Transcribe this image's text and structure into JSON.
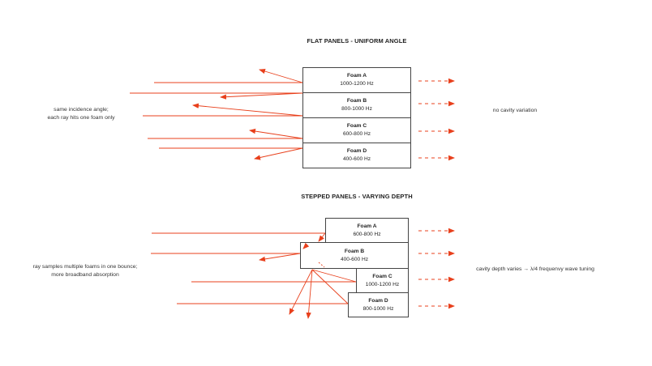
{
  "top": {
    "title": "FLAT PANELS - UNIFORM ANGLE",
    "left_note": [
      "same incidence angle;",
      "each ray hits one foam only"
    ],
    "right_note": "no cavity variation",
    "panels": [
      {
        "name": "Foam A",
        "range": "1000-1200 Hz"
      },
      {
        "name": "Foam B",
        "range": "800-1000 Hz"
      },
      {
        "name": "Foam C",
        "range": "600-800 Hz"
      },
      {
        "name": "Foam D",
        "range": "400-600 Hz"
      }
    ]
  },
  "bottom": {
    "title": "STEPPED PANELS - VARYING DEPTH",
    "left_note": [
      "ray samples multiple foams in one bounce;",
      "more broadband absorption"
    ],
    "right_note": "cavity depth varies → λ/4 frequenvy wave tuning",
    "panels": [
      {
        "name": "Foam A",
        "range": "600-800 Hz"
      },
      {
        "name": "Foam B",
        "range": "400-600 Hz"
      },
      {
        "name": "Foam C",
        "range": "1000-1200 Hz"
      },
      {
        "name": "Foam D",
        "range": "800-1000 Hz"
      }
    ]
  },
  "colors": {
    "ray": "#e8401c",
    "border": "#444444",
    "text": "#222222"
  }
}
